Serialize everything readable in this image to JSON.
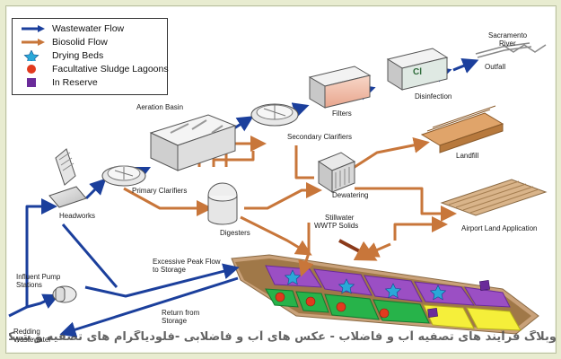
{
  "legend": {
    "wastewater": "Wastewater Flow",
    "biosolid": "Biosolid Flow",
    "drying_beds": "Drying Beds",
    "lagoons": "Facultative Sludge Lagoons",
    "reserve": "In Reserve"
  },
  "labels": {
    "aeration_basin": "Aeration Basin",
    "filters": "Filters",
    "disinfection": "Disinfection",
    "sacramento_river": "Sacramento",
    "sacramento_river2": "River",
    "outfall": "Outfall",
    "secondary_clarifiers": "Secondary Clarifiers",
    "landfill": "Landfill",
    "headworks": "Headworks",
    "primary_clarifiers": "Primary Clarifiers",
    "dewatering": "Dewatering",
    "airport": "Airport Land Application",
    "digesters": "Digesters",
    "stillwater1": "Stillwater",
    "stillwater2": "WWTP Solids",
    "excessive1": "Excessive Peak Flow",
    "excessive2": "to Storage",
    "influent1": "Influent Pump",
    "influent2": "Stations",
    "return1": "Return from",
    "return2": "Storage",
    "redding1": "Redding",
    "redding2": "Wastewater",
    "cl": "Cl"
  },
  "colors": {
    "wastewater": "#1b3f9c",
    "biosolid": "#c8763a",
    "drying_bed": "#2aa8d8",
    "lagoon": "#e23a1e",
    "reserve": "#6a2b9a",
    "purple_cell": "#9b4fc4",
    "green_cell": "#27b34a",
    "yellow_cell": "#f5ef3a"
  },
  "watermark": "وبلاگ فرآیند های تصفیه آب و فاضلاب - عکس های آب و فاضلابی -فلودیاگرام های تصفیه و شبکه آب و فاضلاب"
}
